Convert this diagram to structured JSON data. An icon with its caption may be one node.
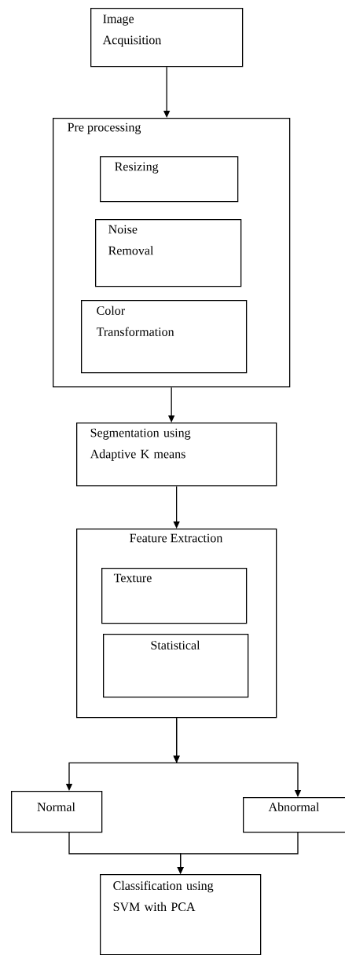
{
  "diagram": {
    "nodes": [
      {
        "text": [
          "Image Acquisition"
        ]
      },
      {
        "text": [
          "Pre processing"
        ]
      },
      {
        "text": [
          "Resizing"
        ],
        "in": 1
      },
      {
        "text": [
          "Noise Removal"
        ],
        "in": 1
      },
      {
        "text": [
          "Color Transformation"
        ],
        "in": 1
      },
      {
        "text": [
          "Segmentation using Adaptive K means"
        ]
      },
      {
        "text": [
          "Feature Extraction"
        ]
      },
      {
        "text": [
          "Texture"
        ],
        "in": 6
      },
      {
        "text": [
          "Statistical"
        ],
        "in": 6
      },
      {
        "text": [
          "Normal"
        ]
      },
      {
        "text": [
          "Abnormal"
        ]
      },
      {
        "text": [
          "Classification using SVM with PCA"
        ]
      }
    ],
    "edges": [
      {
        "from": 0,
        "to": 1,
        "arrow": "to"
      },
      {
        "from": 1,
        "to": 5,
        "arrow": "to"
      },
      {
        "from": 5,
        "to": 6,
        "arrow": "to"
      },
      {
        "from": 6,
        "to": 9,
        "arrow": "to"
      },
      {
        "from": 6,
        "to": 10,
        "arrow": "to"
      },
      {
        "from": 9,
        "to": 11,
        "arrow": "to"
      },
      {
        "from": 10,
        "to": 11,
        "arrow": "to"
      }
    ]
  }
}
